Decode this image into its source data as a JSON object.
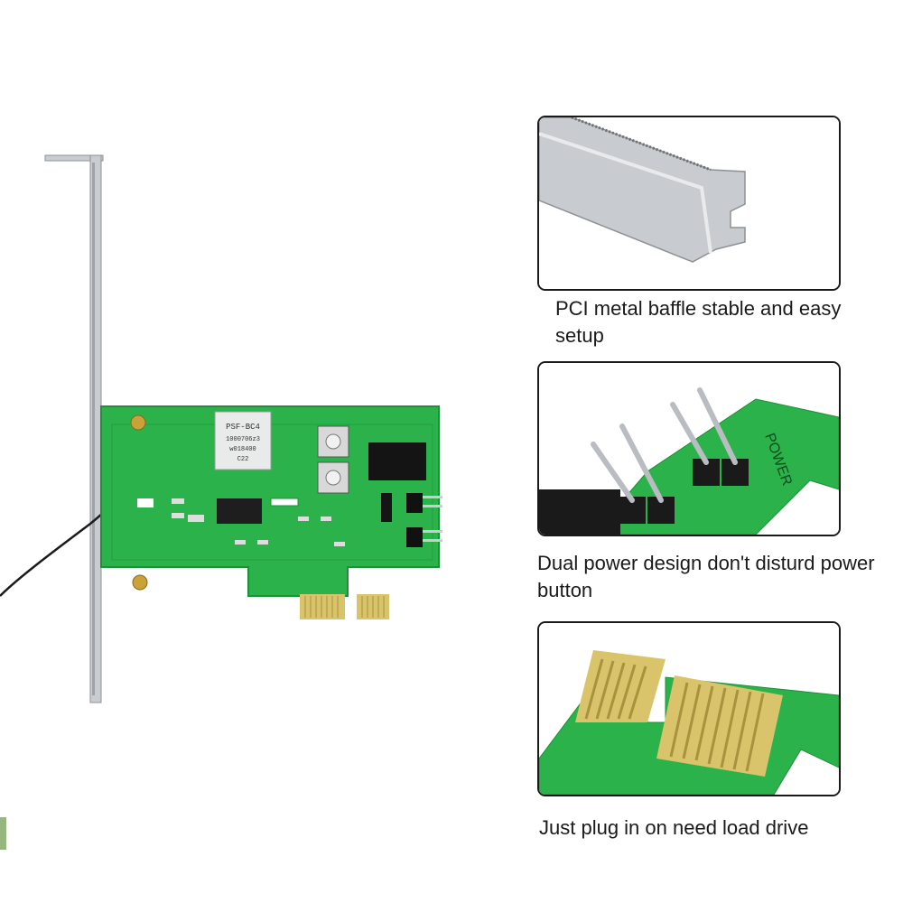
{
  "captions": {
    "baffle": "PCI metal baffle stable and easy setup",
    "dual_power": "Dual power design don't disturd power button",
    "plug_in": "Just plug in on need load drive"
  },
  "board": {
    "module_label_line1": "PSF-BC4",
    "module_label_line2": "1000706z3",
    "module_label_line3": "w018400",
    "module_label_line4": "C22"
  },
  "colors": {
    "pcb_green": "#2bb24a",
    "pcb_green_dark": "#1f8f3a",
    "gold_contact": "#d9c36b",
    "metal": "#c9ccd0"
  }
}
